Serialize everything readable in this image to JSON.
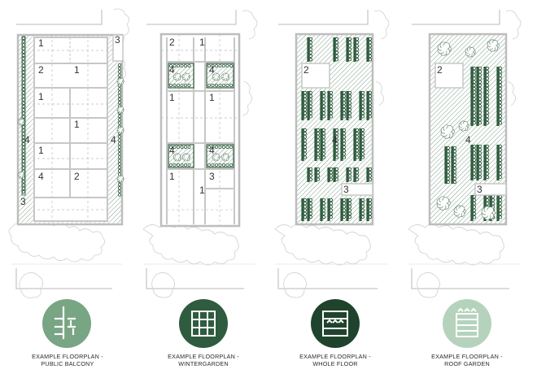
{
  "colors": {
    "light_green": "#78a584",
    "dark_green": "#2f5b3e",
    "darkest_green": "#1f432c",
    "pale_green": "#b5d3bc",
    "wall": "#bdbdbd",
    "hatch": "#9aa89e",
    "tree_line": "#c9c9c9"
  },
  "plans": [
    {
      "key": "public-balcony",
      "caption_line1": "EXAMPLE FLOORPLAN -",
      "caption_line2": "PUBLIC BALCONY",
      "icon": "balcony-icon",
      "icon_color": "#78a584",
      "labels": [
        "1",
        "3",
        "2",
        "1",
        "1",
        "4",
        "1",
        "4",
        "1",
        "4",
        "1",
        "2",
        "3"
      ]
    },
    {
      "key": "wintergarden",
      "caption_line1": "EXAMPLE FLOORPLAN -",
      "caption_line2": "WINTERGARDEN",
      "icon": "wintergarden-icon",
      "icon_color": "#2f5b3e",
      "labels": [
        "2",
        "1",
        "4",
        "4",
        "1",
        "1",
        "4",
        "4",
        "1",
        "3",
        "1"
      ]
    },
    {
      "key": "whole-floor",
      "caption_line1": "EXAMPLE FLOORPLAN -",
      "caption_line2": "WHOLE FLOOR",
      "icon": "whole-floor-icon",
      "icon_color": "#1f432c",
      "labels": [
        "2",
        "4",
        "3"
      ]
    },
    {
      "key": "roof-garden",
      "caption_line1": "EXAMPLE FLOORPLAN -",
      "caption_line2": "ROOF GARDEN",
      "icon": "roof-garden-icon",
      "icon_color": "#b5d3bc",
      "labels": [
        "2",
        "4",
        "3"
      ]
    }
  ]
}
